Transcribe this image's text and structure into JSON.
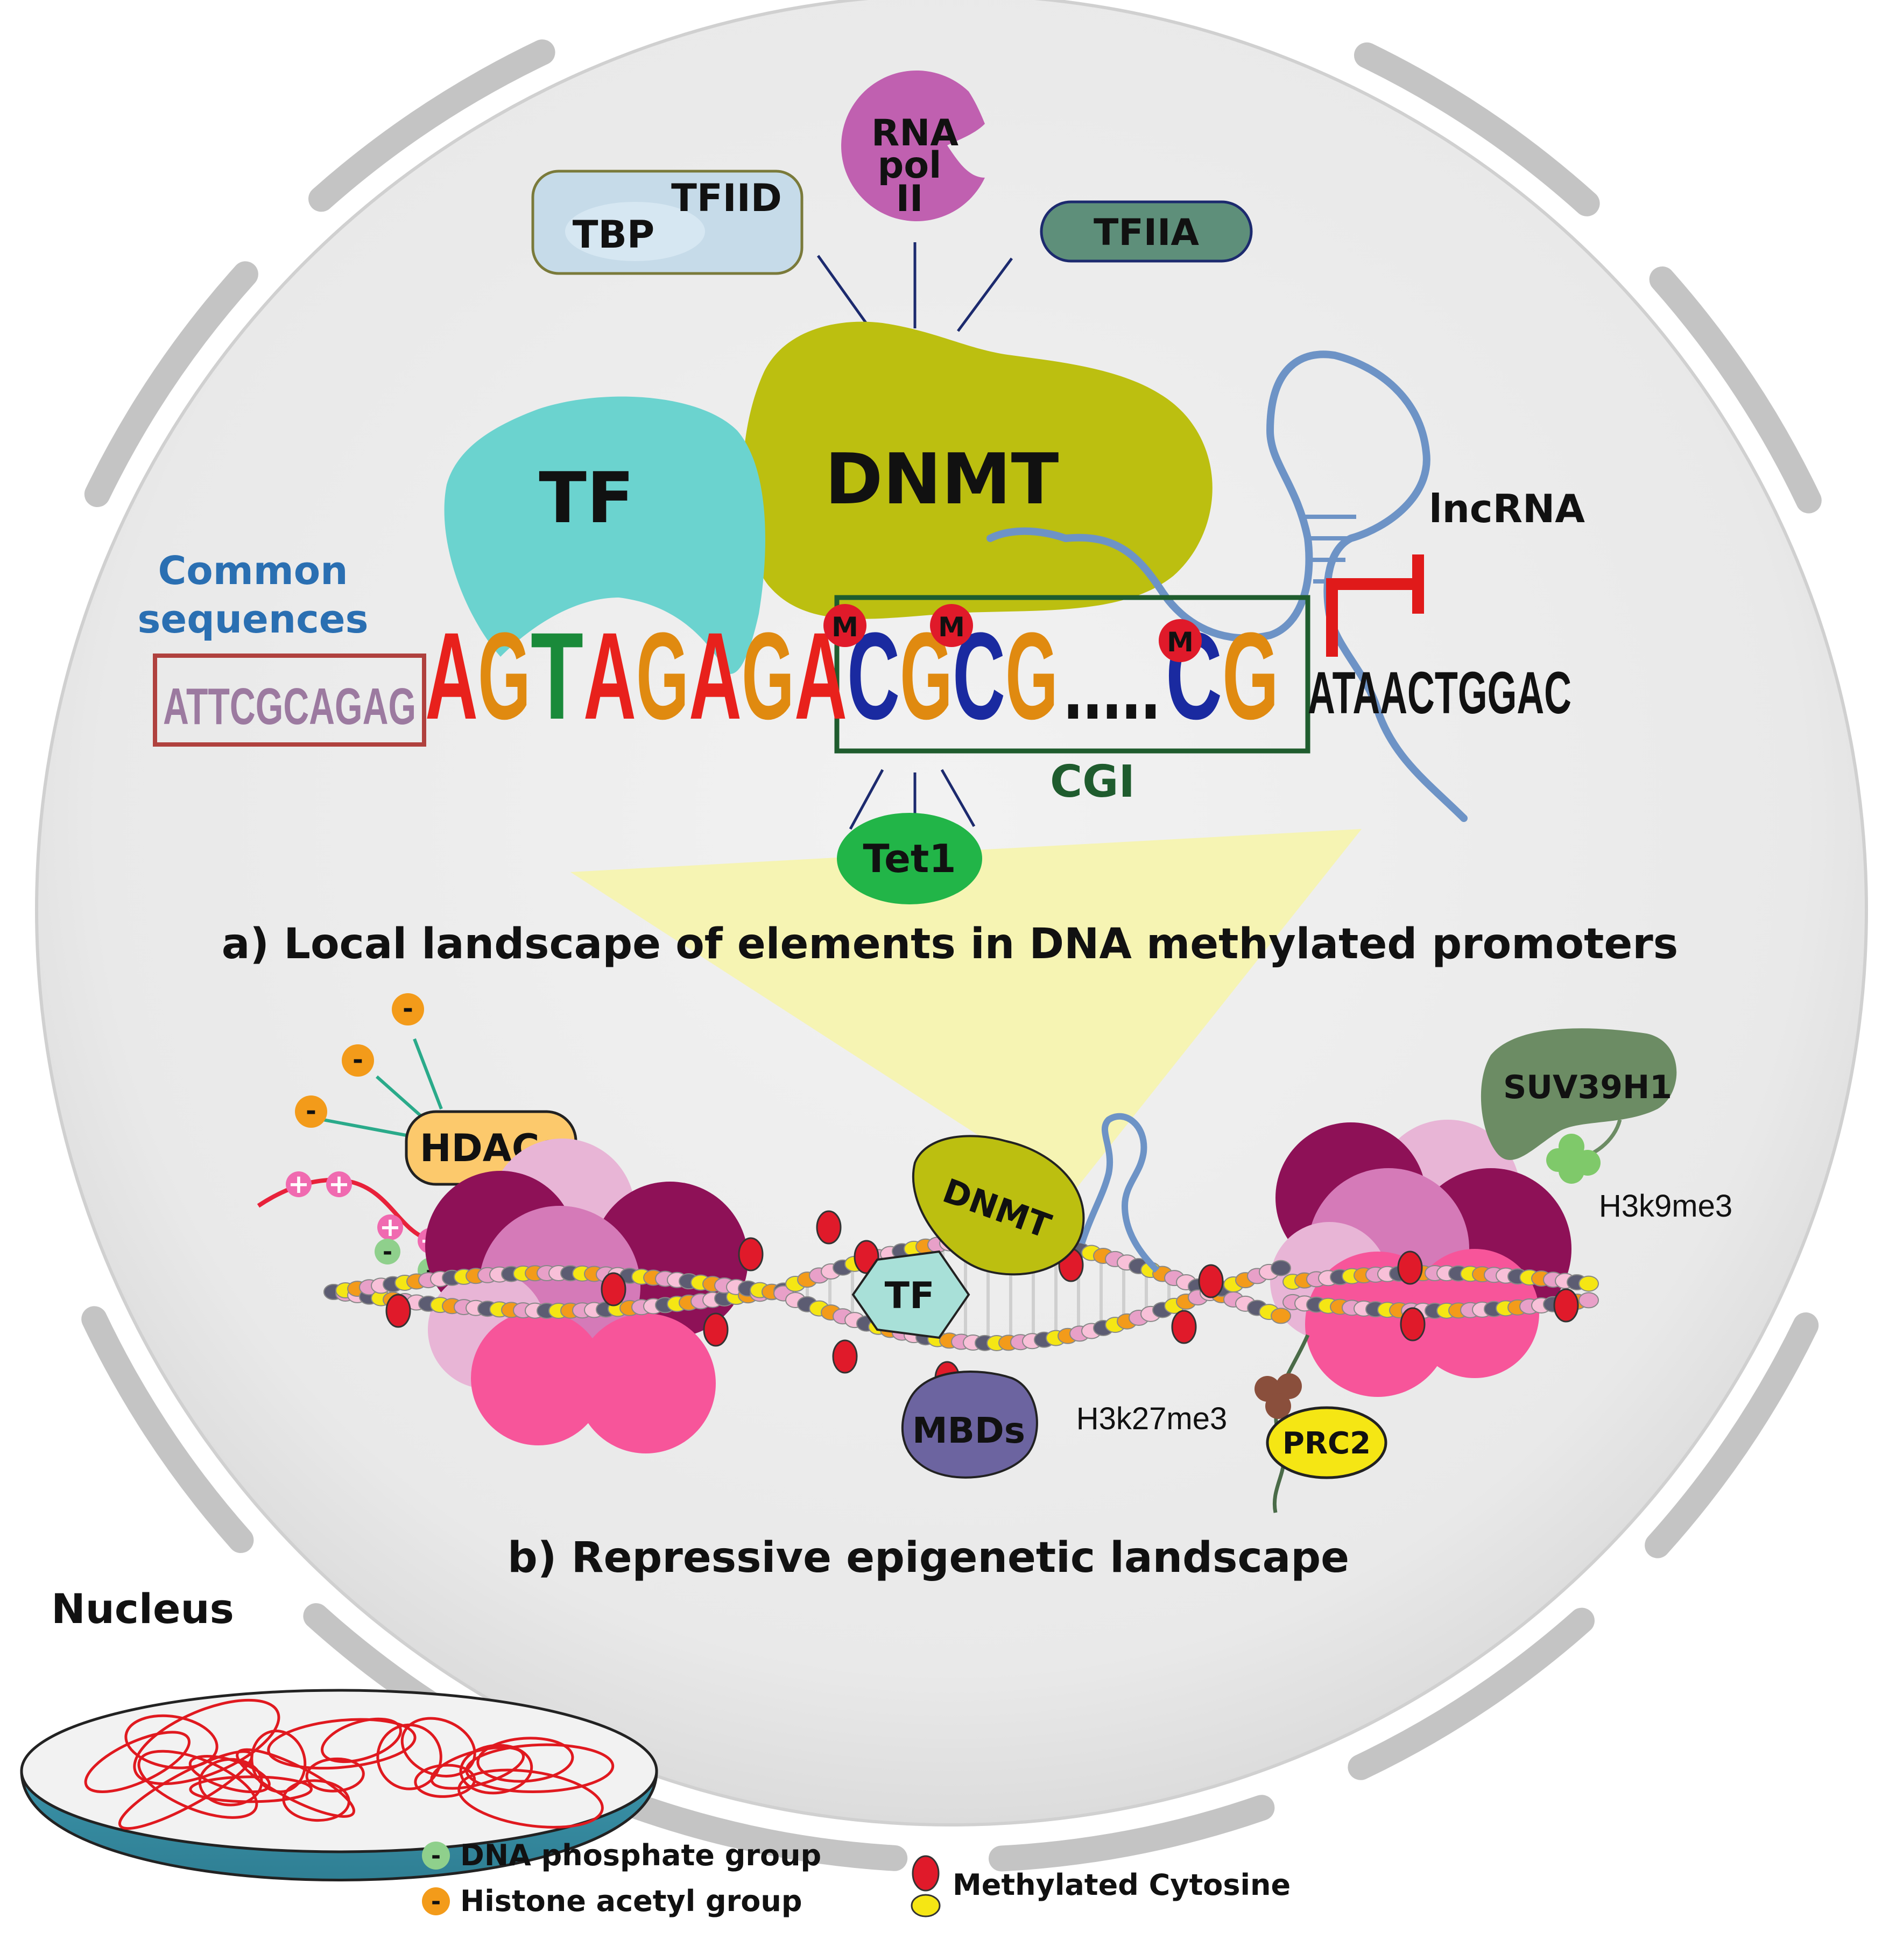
{
  "labels": {
    "tbp": "TBP",
    "tfiid": "TFIID",
    "rna_pol_lines": [
      "RNA",
      "pol",
      "II"
    ],
    "tfiia": "TFIIA",
    "tf": "TF",
    "dnmt": "DNMT",
    "lncrna": "lncRNA",
    "common_sequences_lines": [
      "Common",
      "sequences"
    ],
    "cgi": "CGI",
    "tet1": "Tet1",
    "methyl_mark": "M",
    "panel_a": "a)  Local landscape of elements in DNA methylated promoters",
    "hdacs": "HDACs",
    "dnmt_small": "DNMT",
    "tf_small": "TF",
    "mbds": "MBDs",
    "suv39h1": "SUV39H1",
    "h3k9me3": "H3k9me3",
    "h3k27me3": "H3k27me3",
    "prc2": "PRC2",
    "panel_b": "b)  Repressive epigenetic landscape",
    "nucleus": "Nucleus",
    "minus": "-",
    "plus": "+"
  },
  "sequence": {
    "common_box": "ATTCGCAGAG",
    "motif": [
      {
        "letter": "A",
        "color": "#e8211c"
      },
      {
        "letter": "G",
        "color": "#e08a10"
      },
      {
        "letter": "T",
        "color": "#1a8a3a"
      },
      {
        "letter": "A",
        "color": "#e8211c"
      },
      {
        "letter": "G",
        "color": "#e08a10"
      },
      {
        "letter": "A",
        "color": "#e8211c"
      },
      {
        "letter": "G",
        "color": "#e08a10"
      },
      {
        "letter": "A",
        "color": "#e8211c"
      }
    ],
    "cgi_letters": [
      {
        "letter": "C",
        "color": "#1a2aa0"
      },
      {
        "letter": "G",
        "color": "#e08a10"
      },
      {
        "letter": "C",
        "color": "#1a2aa0"
      },
      {
        "letter": "G",
        "color": "#e08a10"
      }
    ],
    "dots": ".....",
    "cgi_tail": [
      {
        "letter": "C",
        "color": "#1a2aa0"
      },
      {
        "letter": "G",
        "color": "#e08a10"
      }
    ],
    "downstream": "ATAACTGGAC"
  },
  "legend": {
    "phosphate": "DNA phosphate group",
    "acetyl": "Histone acetyl group",
    "methyl_cytosine": "Methylated Cytosine"
  },
  "colors": {
    "tf_cyan": "#6bd3cf",
    "dnmt_olive": "#bcbf10",
    "rna_pol_magenta": "#c060b0",
    "tfiia_green": "#5e8f7a",
    "tfiid_blue": "#c6dbe9",
    "tet1_green": "#22b548",
    "cgi_box": "#1f5c2e",
    "common_box": "#b0413e",
    "lncrna_blue": "#6d93c6",
    "stop_red": "#e01a1a",
    "hdacs_orange": "#fcc96c",
    "mbds_purple": "#6c64a0",
    "suv_green": "#6c8c64",
    "prc2_yellow": "#f5e614",
    "histone_dark": "#8e1157",
    "histone_mid": "#d57ab8",
    "histone_light": "#e8b5d6",
    "histone_pink": "#f7559a",
    "methyl_red": "#e01a2a",
    "methyl_yellow": "#f5e614",
    "nucleus_teal": "#3b92a8"
  }
}
